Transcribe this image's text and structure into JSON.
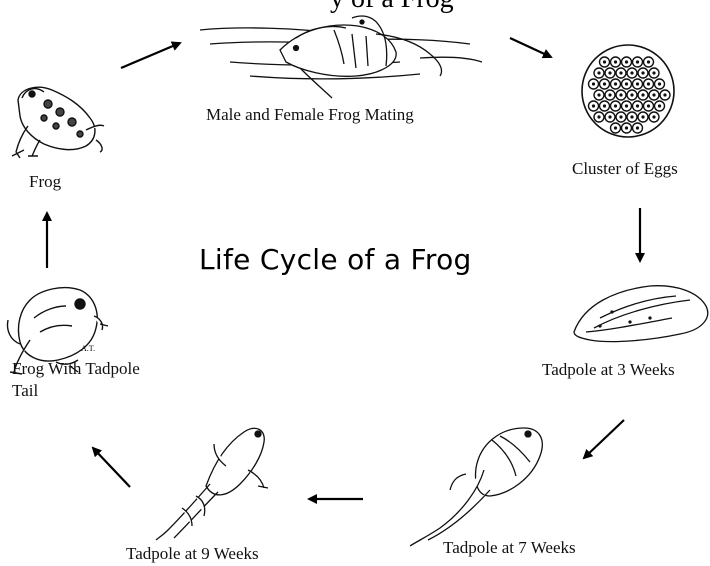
{
  "diagram": {
    "title": "Life Cycle of a Frog",
    "top_title_fragment": "y  of a Frog",
    "stages": [
      {
        "id": "frog",
        "label": "Frog"
      },
      {
        "id": "mating",
        "label": "Male and Female Frog Mating"
      },
      {
        "id": "eggs",
        "label": "Cluster of Eggs"
      },
      {
        "id": "tadpole3",
        "label": "Tadpole at 3 Weeks"
      },
      {
        "id": "tadpole7",
        "label": "Tadpole at 7 Weeks"
      },
      {
        "id": "tadpole9",
        "label": "Tadpole at 9 Weeks"
      },
      {
        "id": "froglet",
        "label_line1": "Frog With Tadpole",
        "label_line2": "Tail"
      }
    ],
    "artist_initials": "A.T."
  },
  "icons": [
    "frog-icon",
    "mating-frogs-icon",
    "egg-cluster-icon",
    "tadpole-3wk-icon",
    "tadpole-7wk-icon",
    "tadpole-9wk-icon",
    "froglet-icon",
    "arrow-icon"
  ]
}
